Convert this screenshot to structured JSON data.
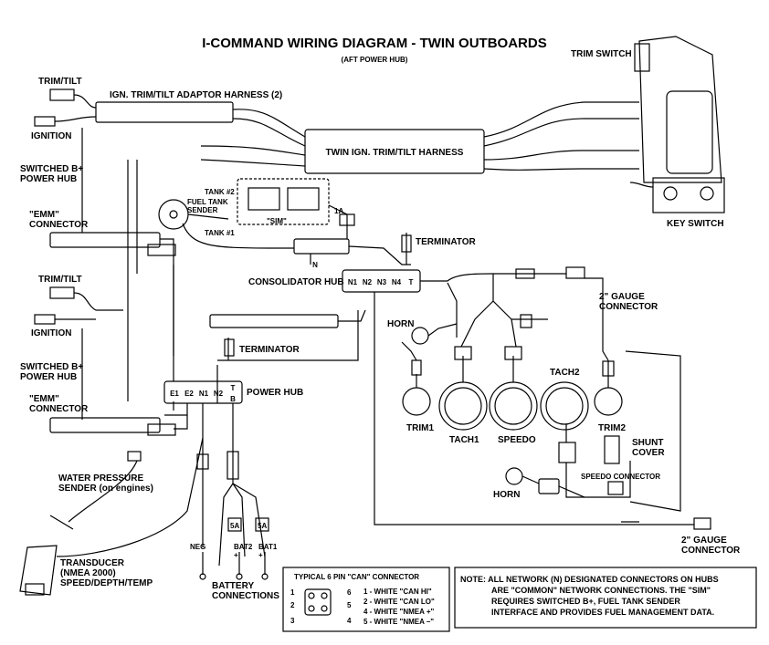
{
  "title": "I-COMMAND WIRING DIAGRAM - TWIN OUTBOARDS",
  "subtitle": "(AFT POWER HUB)",
  "labels": {
    "trim_switch": "TRIM SWITCH",
    "trim_tilt_top": "TRIM/TILT",
    "ign_adaptor": "IGN. TRIM/TILT ADAPTOR HARNESS (2)",
    "ignition_top": "IGNITION",
    "switched_top": "SWITCHED B+\nPOWER HUB",
    "emm_top": "\"EMM\"\nCONNECTOR",
    "twin_harness": "TWIN IGN. TRIM/TILT HARNESS",
    "fuel_tank_sender": "FUEL TANK\nSENDER",
    "tank2": "TANK #2",
    "tank1": "TANK #1",
    "sim": "\"SIM\"",
    "fuse_1a": "1A",
    "key_switch": "KEY SWITCH",
    "terminator_top": "TERMINATOR",
    "consolidator_hub": "CONSOLIDATOR HUB",
    "n_marker": "N",
    "gauge_conn_top": "2\" GAUGE\nCONNECTOR",
    "trim_tilt_bottom": "TRIM/TILT",
    "ignition_bottom": "IGNITION",
    "horn_top": "HORN",
    "terminator_bottom": "TERMINATOR",
    "switched_bottom": "SWITCHED B+\nPOWER HUB",
    "power_hub": "POWER HUB",
    "emm_bottom": "\"EMM\"\nCONNECTOR",
    "trim1": "TRIM1",
    "tach1": "TACH1",
    "speedo": "SPEEDO",
    "tach2": "TACH2",
    "trim2": "TRIM2",
    "shunt_cover": "SHUNT\nCOVER",
    "speedo_connector": "SPEEDO CONNECTOR",
    "water_pressure": "WATER PRESSURE\nSENDER (on engines)",
    "horn_bottom": "HORN",
    "transducer": "TRANSDUCER\n(NMEA 2000)\nSPEED/DEPTH/TEMP",
    "neg": "NEG",
    "bat2": "BAT2\n+",
    "bat1": "BAT1\n+",
    "fuse_5a": "5A",
    "battery_connections": "BATTERY\nCONNECTIONS",
    "gauge_conn_bottom": "2\" GAUGE\nCONNECTOR"
  },
  "hubs": {
    "consolidator": [
      "N1",
      "N2",
      "N3",
      "N4",
      "T"
    ],
    "power": [
      "E1",
      "E2",
      "N1",
      "N2",
      "T",
      "B"
    ]
  },
  "can_connector": {
    "title": "TYPICAL 6 PIN \"CAN\" CONNECTOR",
    "pins": [
      "1 - WHITE \"CAN HI\"",
      "2 - WHITE \"CAN LO\"",
      "4 - WHITE \"NMEA +\"",
      "5 - WHITE \"NMEA –\""
    ],
    "pin_numbers": [
      "1",
      "2",
      "3",
      "4",
      "5",
      "6"
    ]
  },
  "note": "NOTE: ALL NETWORK (N) DESIGNATED CONNECTORS ON HUBS\nARE \"COMMON\" NETWORK CONNECTIONS. THE \"SIM\"\nREQUIRES SWITCHED B+, FUEL TANK SENDER\nINTERFACE AND PROVIDES FUEL MANAGEMENT DATA."
}
